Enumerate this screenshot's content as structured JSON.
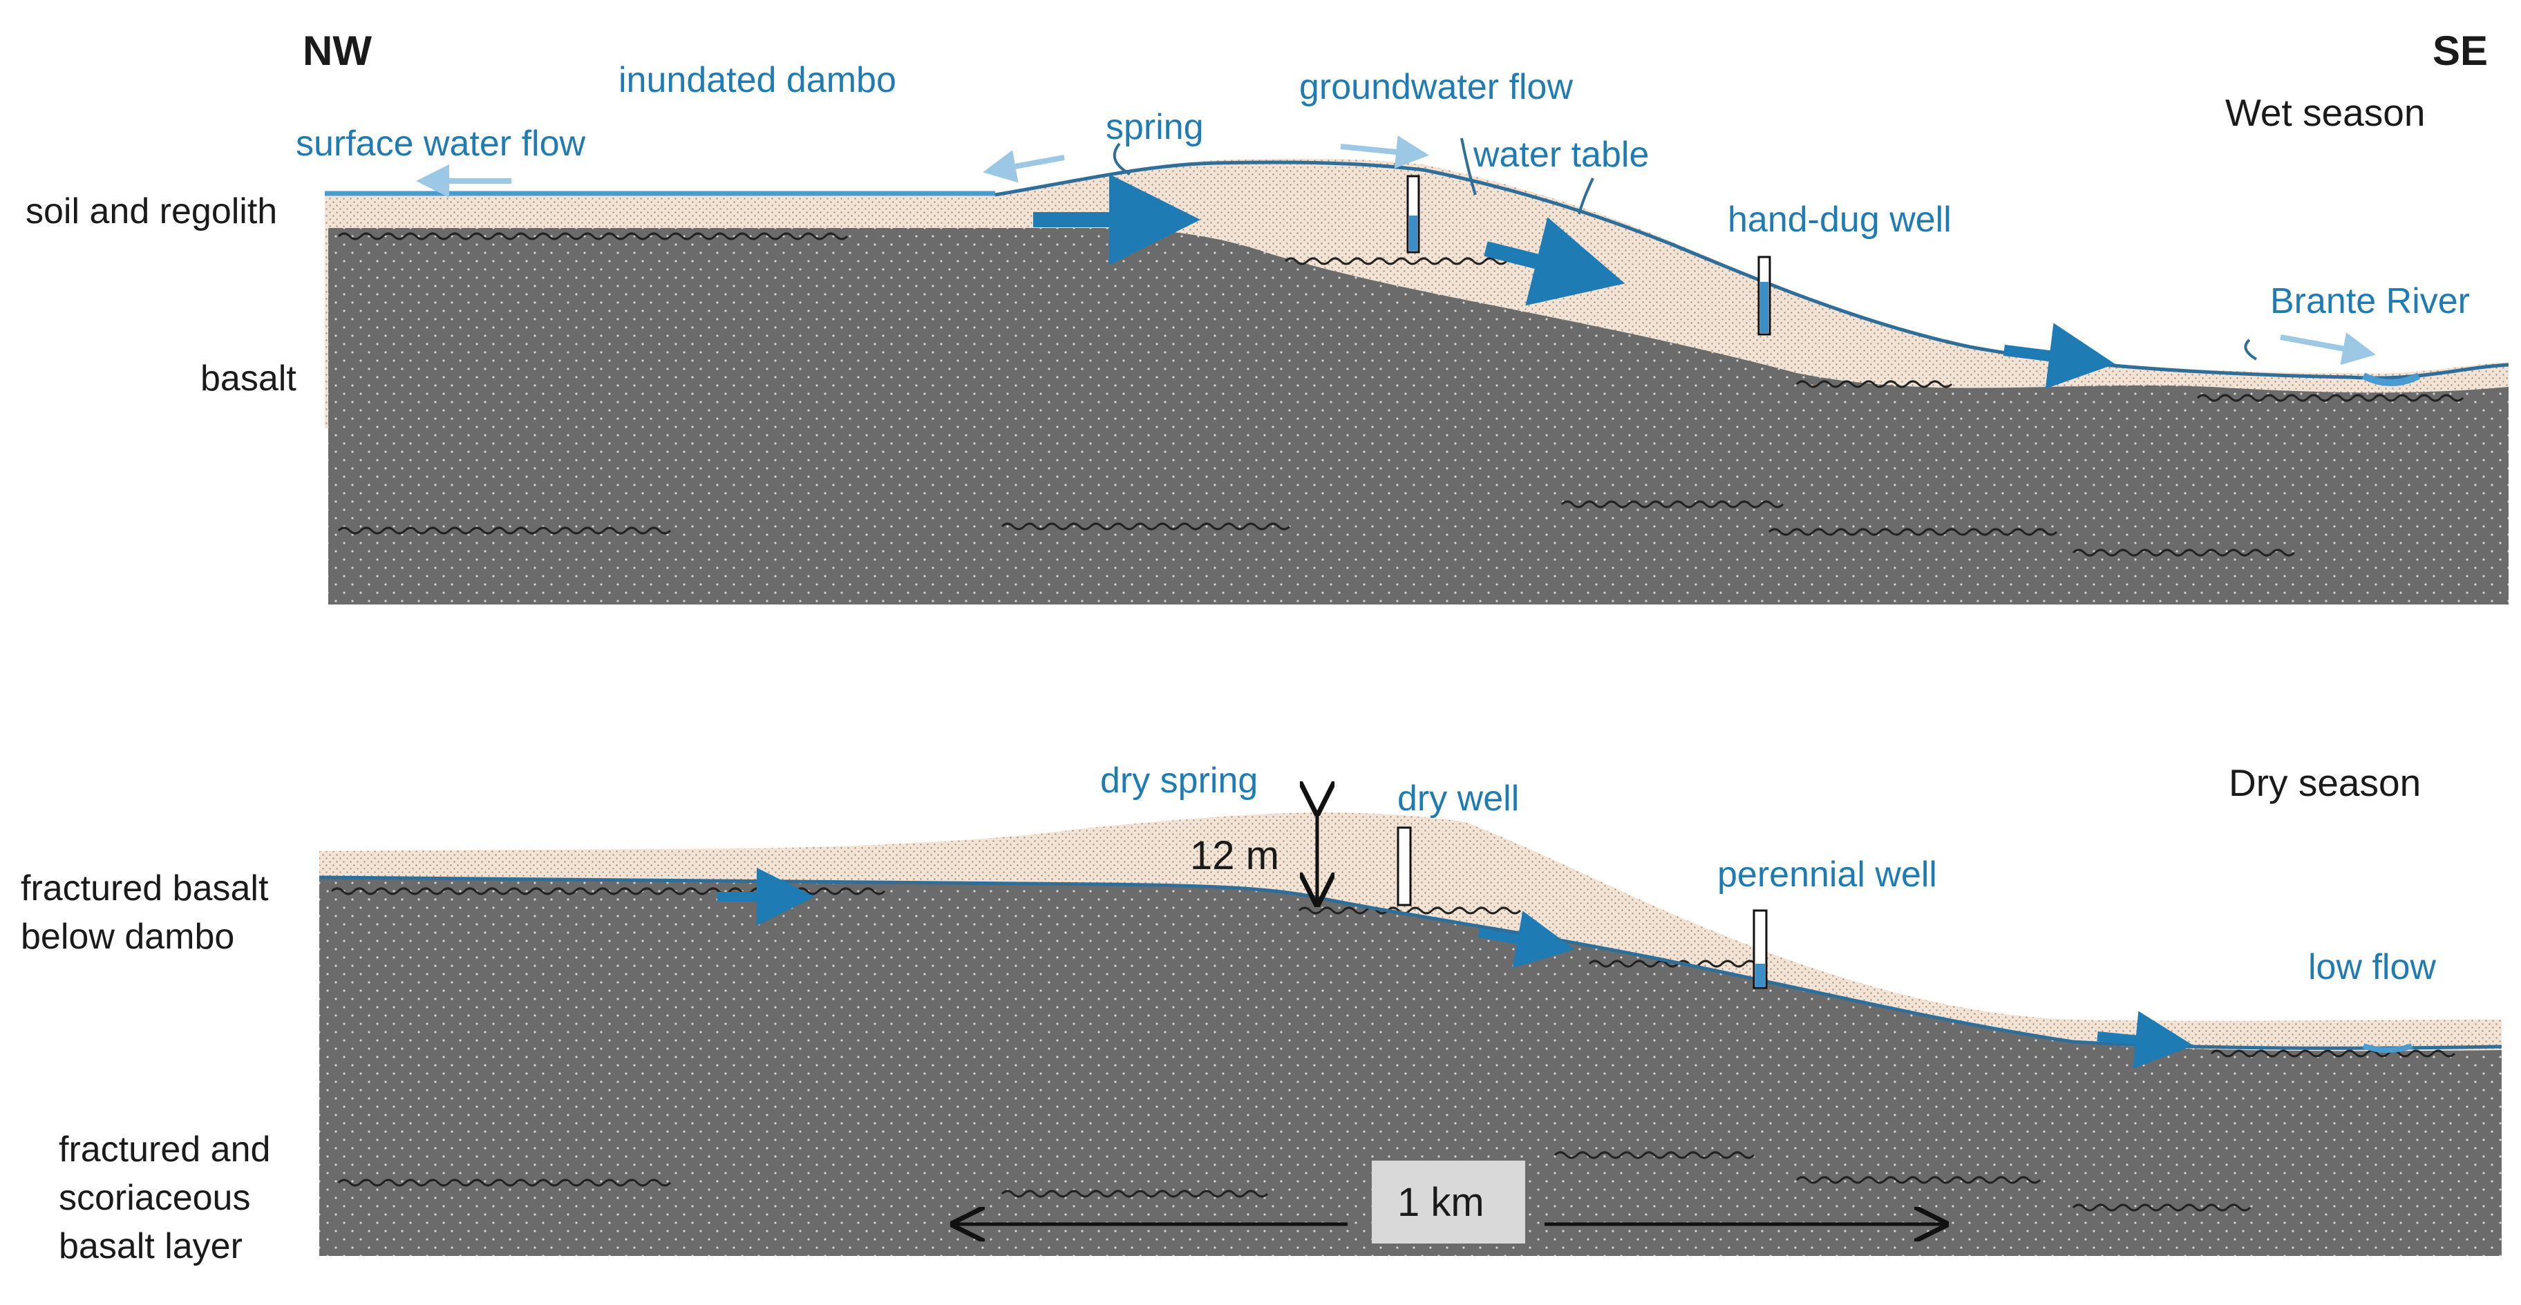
{
  "orientation": {
    "left": "NW",
    "right": "SE"
  },
  "wet": {
    "season": "Wet season",
    "inundated_dambo": "inundated dambo",
    "surface_water_flow": "surface water flow",
    "spring": "spring",
    "groundwater_flow": "groundwater flow",
    "water_table": "water table",
    "hand_dug_well": "hand-dug well",
    "river": "Brante River",
    "soil_label": "soil and regolith",
    "basalt_label": "basalt"
  },
  "dry": {
    "season": "Dry season",
    "dry_spring": "dry spring",
    "dry_well": "dry well",
    "perennial_well": "perennial well",
    "low_flow": "low flow",
    "depth_label": "12 m",
    "fractured_below_dambo": [
      "fractured basalt",
      "below dambo"
    ],
    "scoriaceous_layer": [
      "fractured and",
      "scoriaceous",
      "basalt layer"
    ],
    "scale_label": "1 km"
  },
  "colors": {
    "water": "#1f7bb3",
    "water_light": "#9cc8e6",
    "basalt": "#6a6a6a",
    "regolith": "#efe0d2",
    "regolith_dots": "#b79c86"
  }
}
